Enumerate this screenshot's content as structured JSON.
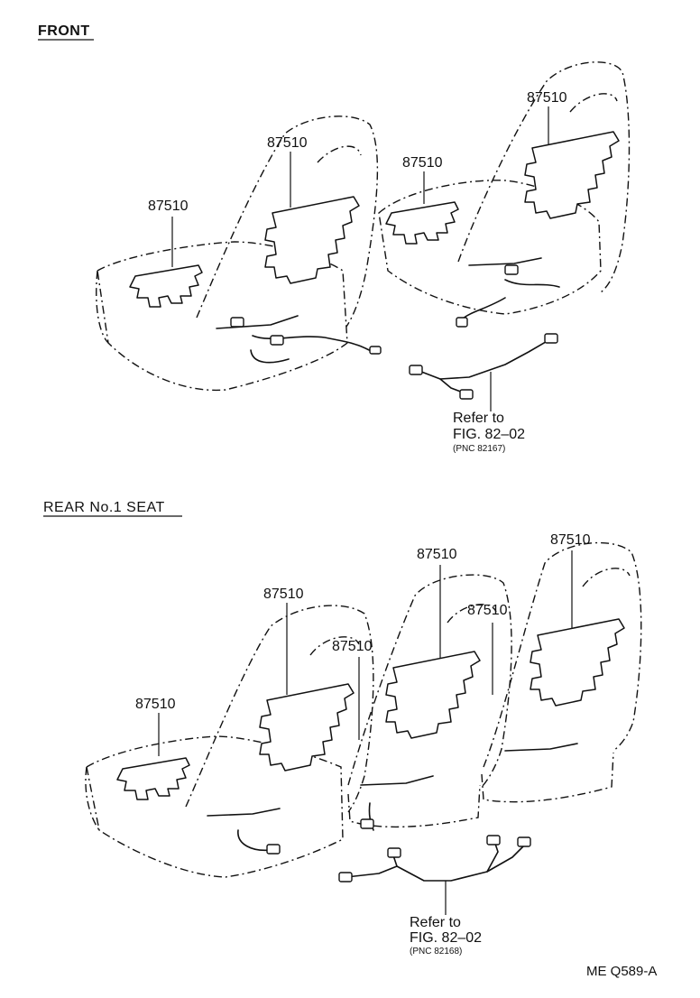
{
  "sections": {
    "front": {
      "heading": "FRONT"
    },
    "rear": {
      "heading": "REAR No.1 SEAT"
    }
  },
  "part_labels": {
    "front_cushion_left": "87510",
    "front_back_left": "87510",
    "front_cushion_right": "87510",
    "front_back_right": "87510",
    "rear_cushion": "87510",
    "rear_back_left": "87510",
    "rear_back_left_side": "87510",
    "rear_back_center": "87510",
    "rear_back_center_side": "87510",
    "rear_back_right": "87510"
  },
  "references": {
    "front": {
      "line1": "Refer to",
      "line2": "FIG. 82–02",
      "pnc": "(PNC 82167)"
    },
    "rear": {
      "line1": "Refer to",
      "line2": "FIG. 82–02",
      "pnc": "(PNC 82168)"
    }
  },
  "figure_code": "ME Q589-A"
}
